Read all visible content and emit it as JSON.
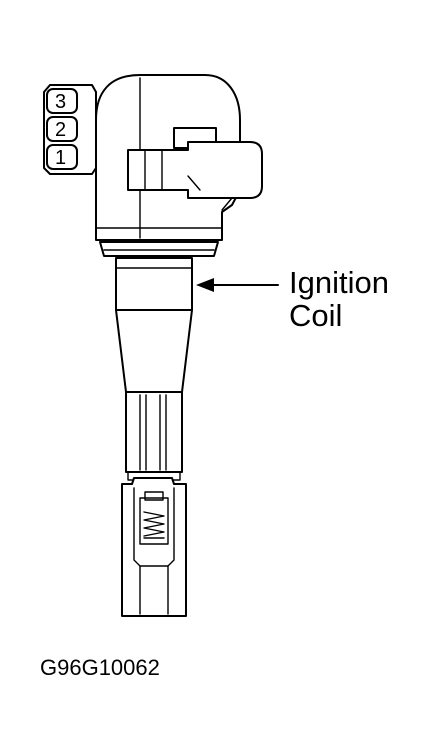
{
  "callout": {
    "line1": "Ignition",
    "line2": "Coil"
  },
  "connector_pins": [
    "3",
    "2",
    "1"
  ],
  "figure_code": "G96G10062"
}
